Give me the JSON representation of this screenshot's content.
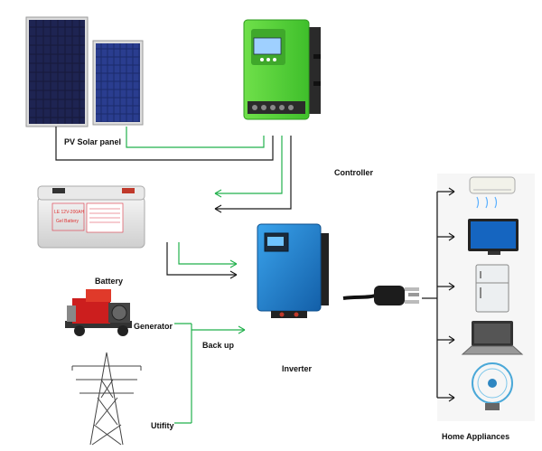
{
  "labels": {
    "pv_solar_panel": "PV Solar panel",
    "controller": "Controller",
    "battery": "Battery",
    "generator": "Generator",
    "back_up": "Back up",
    "inverter": "Inverter",
    "utility": "Utifity",
    "home_appliances": "Home Appliances"
  },
  "battery_text": {
    "model": "LE 12V-200AH",
    "brand": "Gel Battery"
  },
  "colors": {
    "power_line": "#1a1a1a",
    "backup_line": "#22b14c",
    "controller_body": "#5ed43a",
    "inverter_body": "#1f86d1",
    "solar_cell": "#1a2a5e"
  },
  "icons": [
    "solar-panel-icon",
    "controller-icon",
    "battery-icon",
    "generator-icon",
    "utility-tower-icon",
    "inverter-icon",
    "power-plug-icon",
    "air-conditioner-icon",
    "tv-icon",
    "refrigerator-icon",
    "laptop-icon",
    "fan-icon"
  ]
}
